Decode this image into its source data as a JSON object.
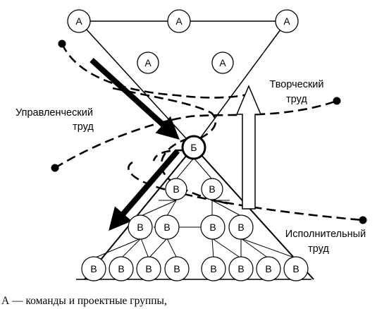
{
  "nodes": {
    "a": "А",
    "b": "Б",
    "v": "В"
  },
  "labels": {
    "managerial_line1": "Управленческий",
    "managerial_line2": "труд",
    "creative_line1": "Творческий",
    "creative_line2": "труд",
    "executive_line1": "Исполнительный",
    "executive_line2": "труд"
  },
  "caption": "А — команды и проектные группы,",
  "colors": {
    "ink": "#000000",
    "background": "#ffffff"
  }
}
